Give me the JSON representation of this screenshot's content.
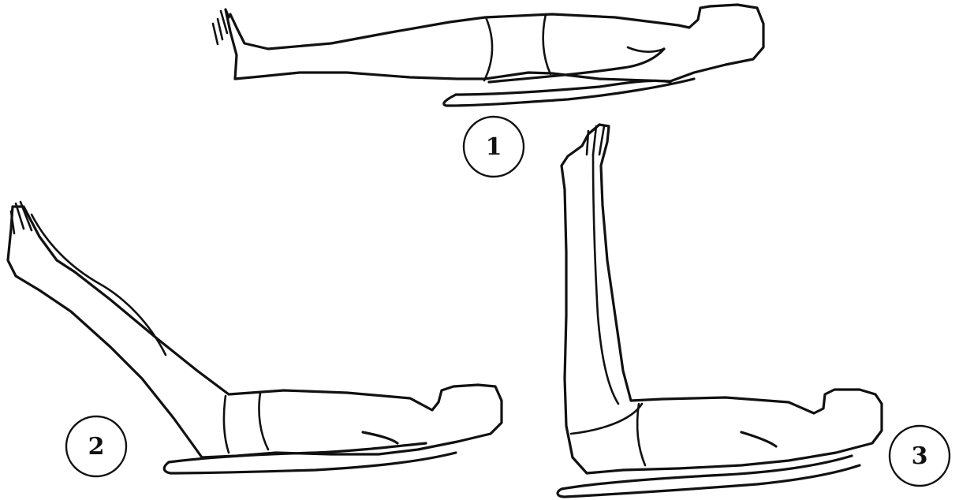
{
  "steps": [
    {
      "number": "1"
    },
    {
      "number": "2"
    },
    {
      "number": "3"
    }
  ],
  "colors": {
    "ink": "#111111",
    "background": "#ffffff"
  }
}
